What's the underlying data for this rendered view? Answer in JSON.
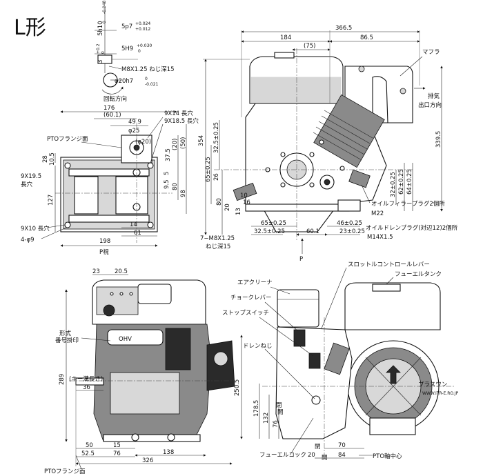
{
  "title": "L形",
  "watermark": {
    "brand": "プラスワン",
    "url": "WWW.ITR-E.RO.JP"
  },
  "key_detail": {
    "width_dim": "5p7",
    "width_tol": [
      "+0.024",
      "+0.012"
    ],
    "length_dim": "5h10",
    "length_tol": [
      "0",
      "-0.048"
    ],
    "key_dim": "5H9",
    "key_tol": [
      "+0.030",
      "0"
    ],
    "depth_dim": "3",
    "depth_tol": [
      "+0.2",
      "0"
    ],
    "thread": "M8X1.25 ねじ深15",
    "shaft_dim": "φ20h7",
    "shaft_tol": [
      "0",
      "-0.021"
    ],
    "rotation": "回転方向"
  },
  "p_view": {
    "dims": {
      "d176": "176",
      "d60_1": "(60.1)",
      "d49_9": "49.9",
      "phi25": "φ25",
      "phi20": "(φ20)",
      "d28": "28",
      "d10_5": "10.5",
      "d127": "127",
      "d14": "14",
      "d61": "61",
      "d198": "198",
      "d20": "(20)",
      "d50": "(50)",
      "d37_5": "37.5",
      "d5": "5",
      "d9_5": "9.5",
      "d80": "80",
      "d98": "98"
    },
    "labels": {
      "slot1": "9X14 長穴",
      "slot2": "9X18.5 長穴",
      "pto": "PTOフランジ面",
      "slot3a": "9X19.5",
      "slot3b": "長穴",
      "slot4": "9X10 長穴",
      "holes": "4-φ9",
      "view": "P視"
    }
  },
  "front_view": {
    "dims": {
      "d366_5": "366.5",
      "d184": "184",
      "d86_5": "86.5",
      "d75": "(75)",
      "d354": "354",
      "d339_5": "339.5",
      "d32_5": "32.5±0.25",
      "d65": "65±0.25",
      "d26": "26",
      "d80": "80",
      "d20": "20",
      "d13": "13",
      "d10": "10",
      "d16": "16",
      "d65b": "65±0.25",
      "d32_5b": "32.5±0.25",
      "d60_1": "60.1",
      "d46": "46±0.25",
      "d23": "23±0.25",
      "d32_r": "32±0.25",
      "d62": "62±0.25",
      "d64": "64±0.25"
    },
    "labels": {
      "muffler": "マフラ",
      "exhaust1": "排気",
      "exhaust2": "出口方向",
      "oil_filler": "オイルフィラープラグ2個所",
      "m22": "M22",
      "oil_drain": "オイルドレンプラグ(対辺12)2個所",
      "m14": "M14X1.5",
      "bolt1": "7−M8X1.25",
      "bolt2": "ねじ深15",
      "p_arrow": "P"
    }
  },
  "side_view": {
    "dims": {
      "d23": "23",
      "d20_5": "20.5",
      "d289": "289",
      "d36": "36",
      "d50": "50",
      "d15": "15",
      "d138": "138",
      "d52_5": "52.5",
      "d76": "76",
      "d326": "326",
      "key_len": "(キー溝長さ)"
    },
    "labels": {
      "serial1": "形式",
      "serial2": "番号掛印",
      "pto": "PTOフランジ面",
      "ohv": "OHV"
    }
  },
  "rear_view": {
    "dims": {
      "d250_5": "250.5",
      "d178_5": "178.5",
      "d132": "132",
      "d76": "76",
      "d70": "70",
      "d20": "20",
      "d84": "84",
      "open1": "閉",
      "open2": "開",
      "open3": "閉",
      "open4": "開"
    },
    "labels": {
      "throttle": "スロットルコントロールレバー",
      "fuel_tank": "フューエルタンク",
      "air_cleaner": "エアクリーナ",
      "choke": "チョークレバー",
      "stop": "ストップスイッチ",
      "drain": "ドレンねじ",
      "fuel_cock": "フューエルコック",
      "pto_center": "PTO軸中心"
    }
  }
}
